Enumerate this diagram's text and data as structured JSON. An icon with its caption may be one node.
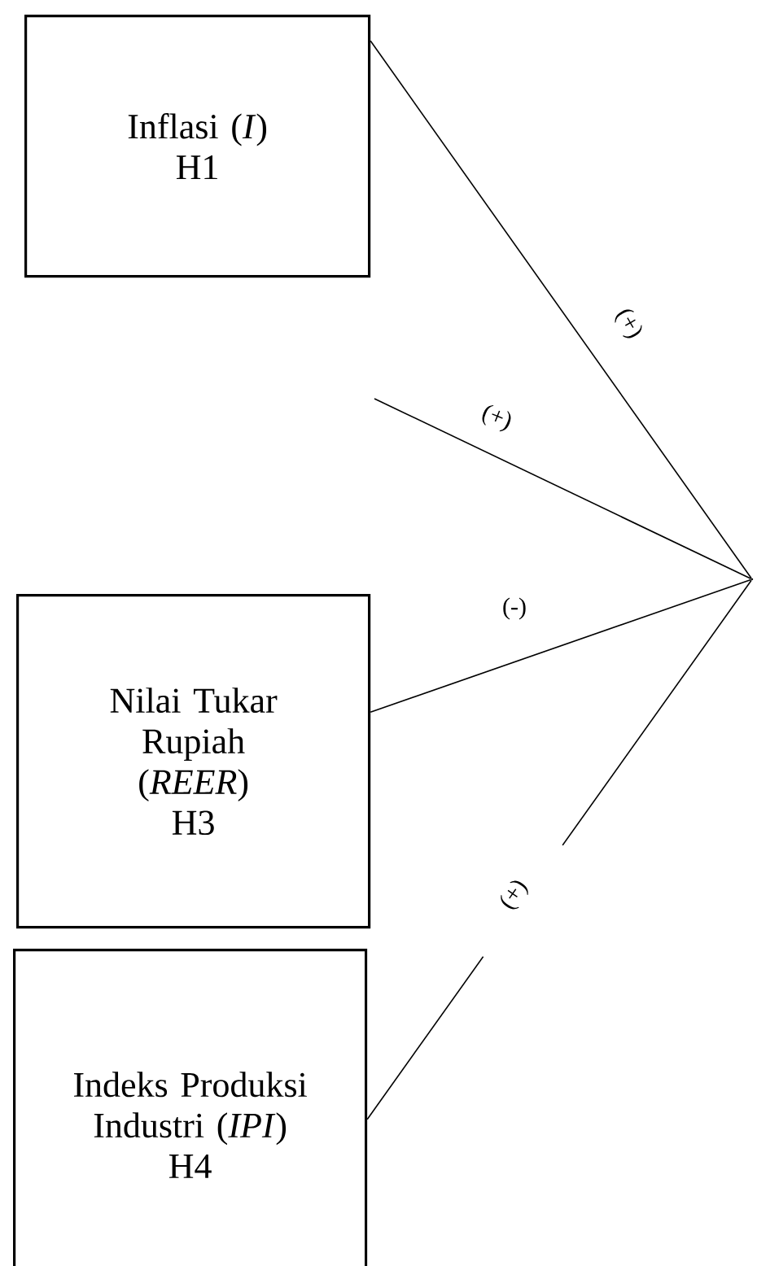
{
  "diagram": {
    "nodes": [
      {
        "text": [
          "Inflasi (*I*)",
          "H1"
        ]
      },
      {
        "text": [
          "Nilai Tukar Rupiah (*REER*)",
          "H3"
        ]
      },
      {
        "text": [
          "Indeks Produksi Industri (*IPI*)",
          "H4"
        ]
      },
      {
        "text": [],
        "shape": "point"
      }
    ],
    "edges": [
      {
        "from": 0,
        "to": 3,
        "arrow": "none",
        "label": "(+)"
      },
      {
        "from": null,
        "to": 3,
        "arrow": "none",
        "label": "(+)"
      },
      {
        "from": 1,
        "to": 3,
        "arrow": "none",
        "label": "(-)"
      },
      {
        "from": 2,
        "to": 3,
        "arrow": "none",
        "label": "(+)"
      }
    ]
  }
}
